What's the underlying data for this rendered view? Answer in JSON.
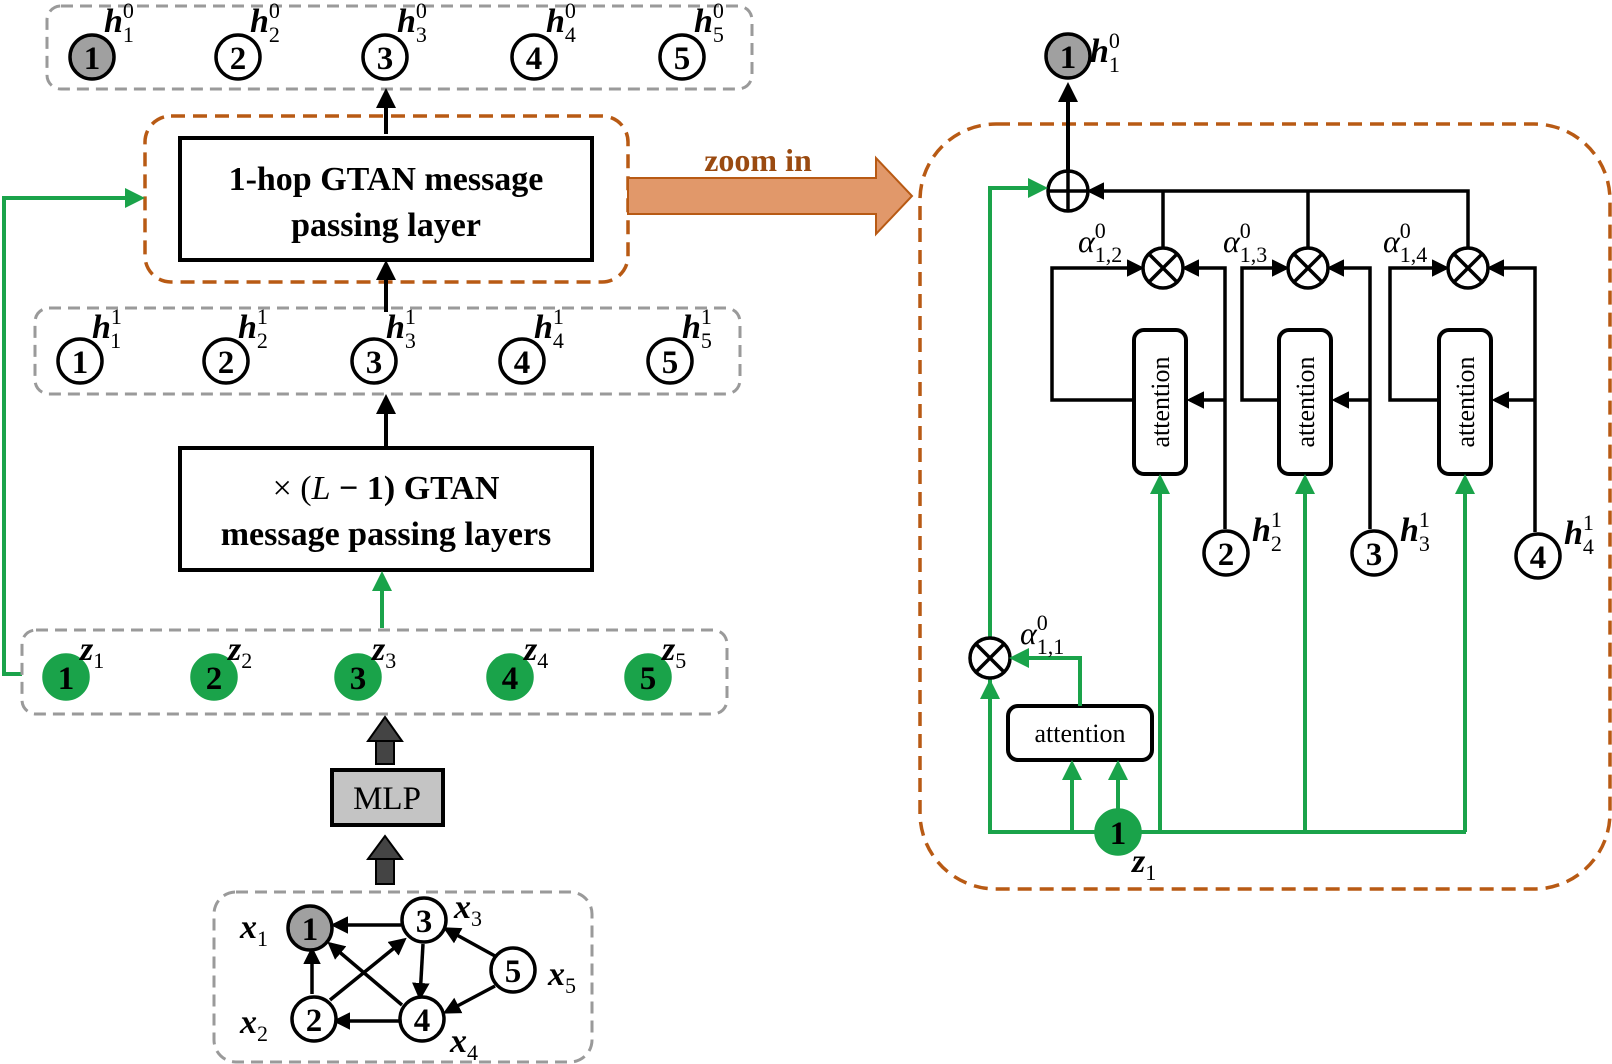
{
  "colors": {
    "green": "#1aa34a",
    "orange_dash": "#b85a14",
    "orange_arrow": "#e1986a",
    "gray_dash": "#9a9a9a",
    "gray_node": "#a0a0a0",
    "black": "#000000"
  },
  "top_row": {
    "nodes": [
      {
        "num": "1",
        "sym": "h",
        "sub": "1",
        "sup": "0",
        "filled": true
      },
      {
        "num": "2",
        "sym": "h",
        "sub": "2",
        "sup": "0"
      },
      {
        "num": "3",
        "sym": "h",
        "sub": "3",
        "sup": "0"
      },
      {
        "num": "4",
        "sym": "h",
        "sub": "4",
        "sup": "0"
      },
      {
        "num": "5",
        "sym": "h",
        "sub": "5",
        "sup": "0"
      }
    ]
  },
  "one_hop_box": {
    "line1": "1-hop GTAN message",
    "line2": "passing layer"
  },
  "mid_row": {
    "nodes": [
      {
        "num": "1",
        "sym": "h",
        "sub": "1",
        "sup": "1"
      },
      {
        "num": "2",
        "sym": "h",
        "sub": "2",
        "sup": "1"
      },
      {
        "num": "3",
        "sym": "h",
        "sub": "3",
        "sup": "1"
      },
      {
        "num": "4",
        "sym": "h",
        "sub": "4",
        "sup": "1"
      },
      {
        "num": "5",
        "sym": "h",
        "sub": "5",
        "sup": "1"
      }
    ]
  },
  "gtan_box": {
    "line1_prefix": "× (",
    "line1_var": "L",
    "line1_suffix": " − 1) GTAN",
    "line2": "message passing layers"
  },
  "z_row": {
    "nodes": [
      {
        "num": "1",
        "sym": "z",
        "sub": "1"
      },
      {
        "num": "2",
        "sym": "z",
        "sub": "2"
      },
      {
        "num": "3",
        "sym": "z",
        "sub": "3"
      },
      {
        "num": "4",
        "sym": "z",
        "sub": "4"
      },
      {
        "num": "5",
        "sym": "z",
        "sub": "5"
      }
    ]
  },
  "mlp_label": "MLP",
  "input_graph": {
    "nodes": [
      {
        "num": "1",
        "sym": "x",
        "sub": "1",
        "filled": true
      },
      {
        "num": "2",
        "sym": "x",
        "sub": "2"
      },
      {
        "num": "3",
        "sym": "x",
        "sub": "3"
      },
      {
        "num": "4",
        "sym": "x",
        "sub": "4"
      },
      {
        "num": "5",
        "sym": "x",
        "sub": "5"
      }
    ]
  },
  "zoom_label": "zoom in",
  "zoomed": {
    "output_node": {
      "num": "1",
      "sym": "h",
      "sub": "1",
      "sup": "0"
    },
    "alphas": [
      {
        "sym": "α",
        "sub": "1,2",
        "sup": "0"
      },
      {
        "sym": "α",
        "sub": "1,3",
        "sup": "0"
      },
      {
        "sym": "α",
        "sub": "1,4",
        "sup": "0"
      },
      {
        "sym": "α",
        "sub": "1,1",
        "sup": "0"
      }
    ],
    "attention_label": "attention",
    "neighbors": [
      {
        "num": "2",
        "sym": "h",
        "sub": "2",
        "sup": "1"
      },
      {
        "num": "3",
        "sym": "h",
        "sub": "3",
        "sup": "1"
      },
      {
        "num": "4",
        "sym": "h",
        "sub": "4",
        "sup": "1"
      }
    ],
    "self_node": {
      "num": "1",
      "sym": "z",
      "sub": "1"
    }
  }
}
